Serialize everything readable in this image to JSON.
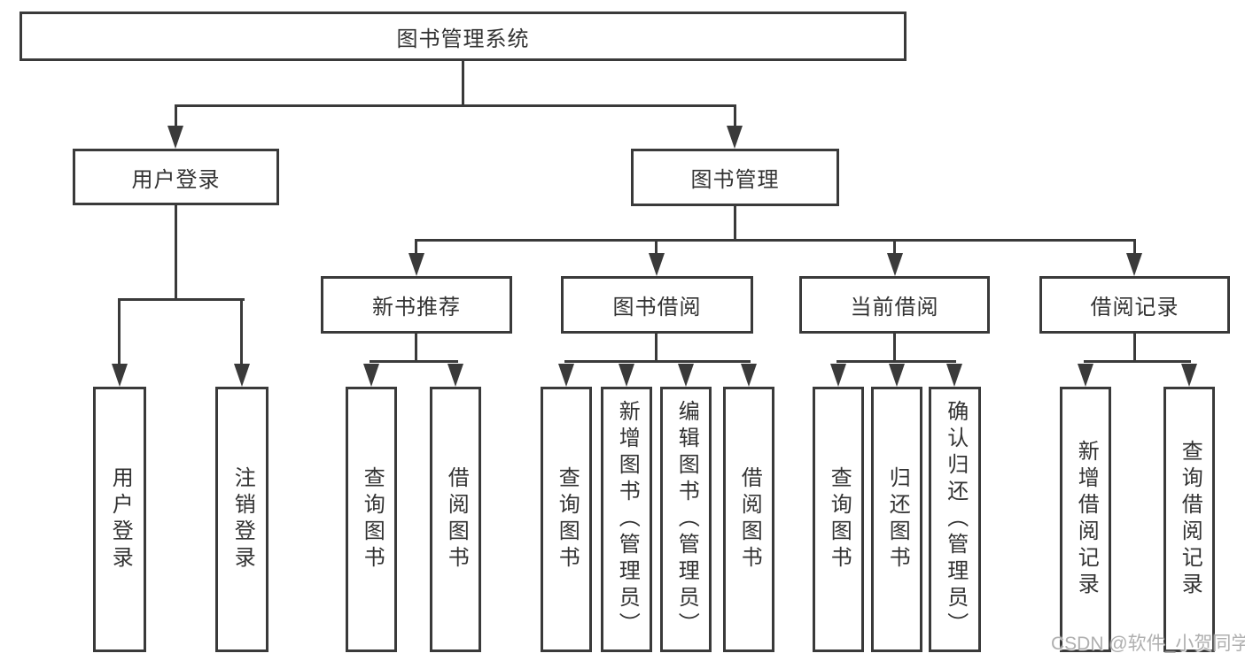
{
  "colors": {
    "line": "#3a3a3a",
    "text": "#333333",
    "background": "#ffffff",
    "watermark": "#a8a8a8"
  },
  "nodes": {
    "root": "图书管理系统",
    "user_login": "用户登录",
    "book_mgmt": "图书管理",
    "new_book_rec": "新书推荐",
    "book_borrow": "图书借阅",
    "current_borrow": "当前借阅",
    "borrow_record": "借阅记录",
    "user_login_leaf": "用户登录",
    "logout_leaf": "注销登录",
    "nb_query": "查询图书",
    "nb_borrow": "借阅图书",
    "bb_query": "查询图书",
    "bb_add": "新增图书（管理员）",
    "bb_edit": "编辑图书（管理员）",
    "bb_borrow": "借阅图书",
    "cb_query": "查询图书",
    "cb_return": "归还图书",
    "cb_confirm": "确认归还（管理员）",
    "br_add": "新增借阅记录",
    "br_query": "查询借阅记录"
  },
  "watermark": "CSDN @软件_小贺同学"
}
